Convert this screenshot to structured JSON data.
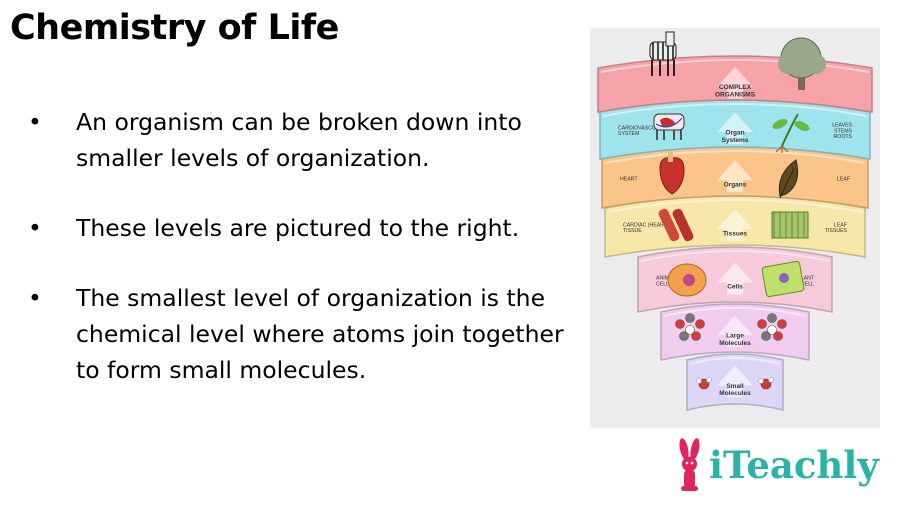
{
  "slide": {
    "title": "Chemistry of Life",
    "bullets": [
      "An organism can be broken down into smaller levels of organization.",
      "These levels are pictured to the right.",
      "The smallest level of organization is the chemical level where atoms join together to form small molecules."
    ],
    "bullet_symbol": "•"
  },
  "figure": {
    "levels": [
      {
        "center": "COMPLEX\nORGANISMS",
        "left": "",
        "right": "",
        "color": "#f5a3a8"
      },
      {
        "center": "Organ\nSystems",
        "left": "CARDIOVASCULAR\nSYSTEM",
        "right": "LEAVES\nSTEMS\nROOTS",
        "color": "#9fe3ec"
      },
      {
        "center": "Organs",
        "left": "HEART",
        "right": "LEAF",
        "color": "#fbc58a"
      },
      {
        "center": "Tissues",
        "left": "CARDIAC (HEART)\nTISSUE",
        "right": "LEAF\nTISSUES",
        "color": "#f7e7a8"
      },
      {
        "center": "Cells",
        "left": "ANIMAL\nCELL",
        "right": "PLANT\nCELL",
        "color": "#f6c9db"
      },
      {
        "center": "Large\nMolecules",
        "left": "",
        "right": "",
        "color": "#f0cdee"
      },
      {
        "center": "Small\nMolecules",
        "left": "",
        "right": "",
        "color": "#dcd7f6"
      }
    ]
  },
  "logo": {
    "text": "iTeachly",
    "text_color": "#2bb3a8",
    "icon_color": "#e0245e",
    "icon": "bunny-icon"
  }
}
